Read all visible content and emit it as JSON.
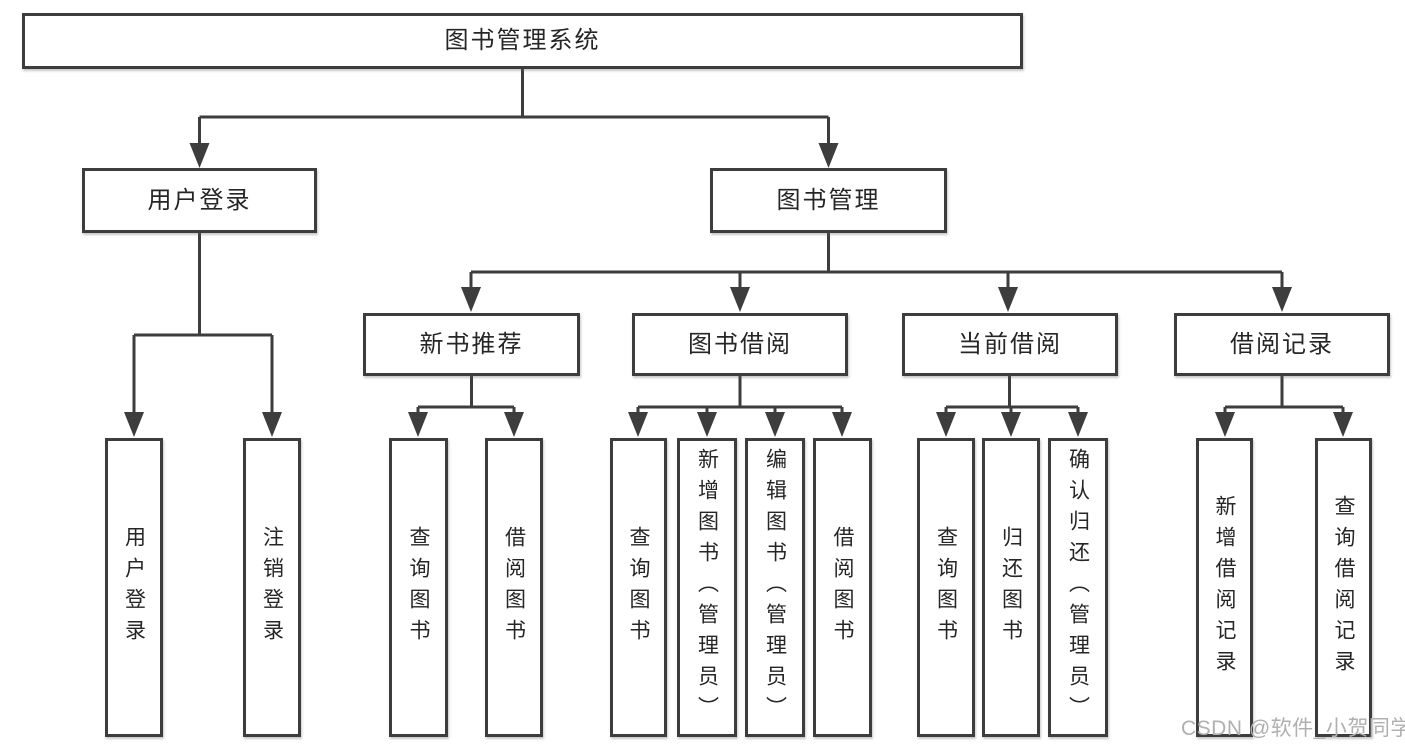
{
  "palette": {
    "line": "#3d3d3d",
    "box_border": "#3d3d3d",
    "box_fill": "#ffffff",
    "text": "#262626",
    "watermark": "#b0b0b0"
  },
  "diagram": {
    "type": "tree",
    "root": {
      "label": "图书管理系统"
    },
    "level2": [
      {
        "label": "用户登录",
        "parent": "图书管理系统"
      },
      {
        "label": "图书管理",
        "parent": "图书管理系统"
      }
    ],
    "level3": [
      {
        "label": "新书推荐",
        "parent": "图书管理"
      },
      {
        "label": "图书借阅",
        "parent": "图书管理"
      },
      {
        "label": "当前借阅",
        "parent": "图书管理"
      },
      {
        "label": "借阅记录",
        "parent": "图书管理"
      }
    ],
    "leaves": [
      {
        "label": "用户登录",
        "parent": "用户登录"
      },
      {
        "label": "注销登录",
        "parent": "用户登录"
      },
      {
        "label": "查询图书",
        "parent": "新书推荐"
      },
      {
        "label": "借阅图书",
        "parent": "新书推荐"
      },
      {
        "label": "查询图书",
        "parent": "图书借阅"
      },
      {
        "label": "新增图书（管理员）",
        "parent": "图书借阅"
      },
      {
        "label": "编辑图书（管理员）",
        "parent": "图书借阅"
      },
      {
        "label": "借阅图书",
        "parent": "图书借阅"
      },
      {
        "label": "查询图书",
        "parent": "当前借阅"
      },
      {
        "label": "归还图书",
        "parent": "当前借阅"
      },
      {
        "label": "确认归还（管理员）",
        "parent": "当前借阅"
      },
      {
        "label": "新增借阅记录",
        "parent": "借阅记录"
      },
      {
        "label": "查询借阅记录",
        "parent": "借阅记录"
      }
    ]
  },
  "watermark": {
    "text": "CSDN @软件_小贺同学"
  }
}
